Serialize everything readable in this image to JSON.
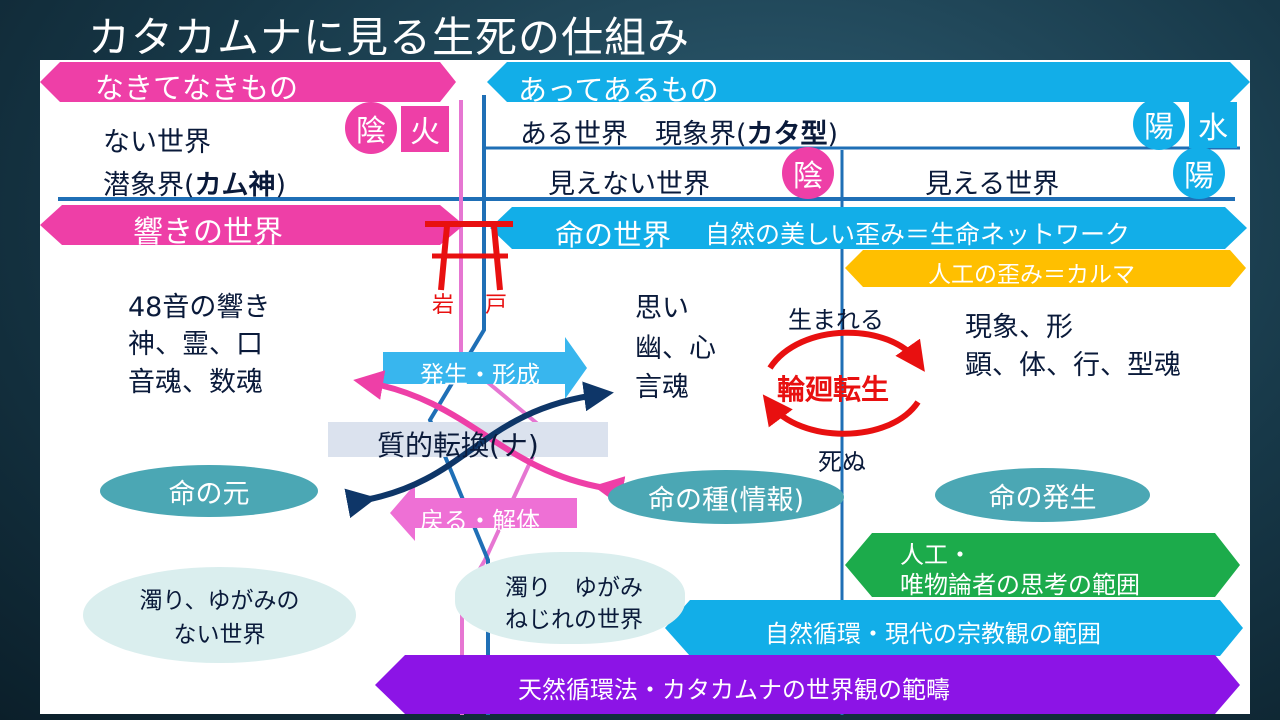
{
  "title": "カタカムナに見る生死の仕組み",
  "colors": {
    "pink": "#ee3fa7",
    "blue": "#12aee8",
    "orange": "#ffbf00",
    "green": "#1cab4b",
    "purple": "#8c14e6",
    "navy": "#0e3668",
    "red": "#e81010"
  },
  "arrows": {
    "nakite": "なきてなきもの",
    "atte": "あってあるもの",
    "hibiki": "響きの世界",
    "inochi_a": "命の世界",
    "inochi_b": "自然の美しい歪み＝生命ネットワーク",
    "jinkou": "人工の歪み＝カルマ",
    "hassei": "発生・形成",
    "modoru": "戻る・解体",
    "yuibutsu_1": "人工・",
    "yuibutsu_2": "唯物論者の思考の範囲",
    "shizen": "自然循環・現代の宗教観の範囲",
    "tennen": "天然循環法・カタカムナの世界観の範疇"
  },
  "badges": {
    "in1": "陰",
    "hi": "火",
    "you1": "陽",
    "mizu": "水",
    "in2": "陰",
    "you2": "陽"
  },
  "left": {
    "nai": "ない世界",
    "senzou_a": "潜象界(",
    "senzou_b": "カム神",
    "senzou_c": ")",
    "l1": "48音の響き",
    "l2": "神、霊、口",
    "l3": "音魂、数魂"
  },
  "right": {
    "aru_a": "ある世界　現象界(",
    "aru_b": "カタ型",
    "aru_c": ")",
    "mienai": "見えない世界",
    "mieru": "見える世界",
    "m1": "思い",
    "m2": "幽、心",
    "m3": "言魂",
    "g1": "現象、形",
    "g2": "顕、体、行、型魂"
  },
  "iwato": {
    "a": "岩",
    "b": "戸"
  },
  "cycle": {
    "top": "生まれる",
    "center": "輪廻転生",
    "bottom": "死ぬ"
  },
  "change": "質的転換(ナ)",
  "ovals": {
    "moto": "命の元",
    "tane": "命の種(情報)",
    "hassei": "命の発生",
    "nigori1_a": "濁り、ゆがみの",
    "nigori1_b": "ない世界",
    "nigori2_a": "濁り　ゆがみ",
    "nigori2_b": "ねじれの世界"
  }
}
